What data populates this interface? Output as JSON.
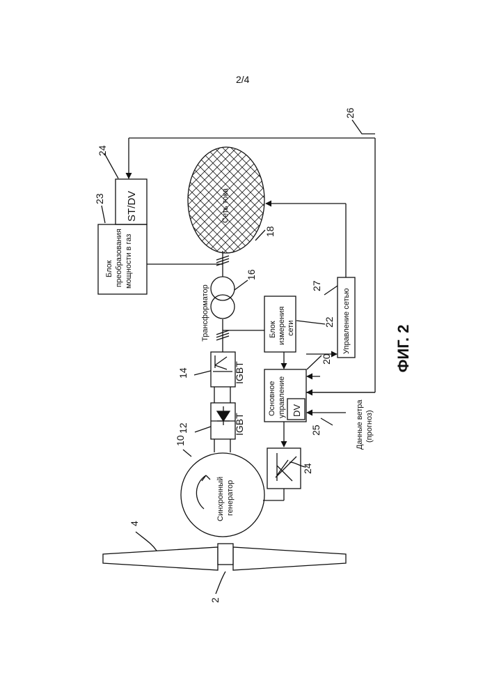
{
  "page": {
    "number": "2/4",
    "figure_label": "ФИГ. 2"
  },
  "labels": {
    "sync_generator_1": "Синхронный",
    "sync_generator_2": "генератор",
    "igbt_rectifier": "IGBT",
    "igbt_inverter": "IGBT",
    "transformer": "Трансформатор",
    "grid": "Сеть тока",
    "grid_measure_1": "Блок",
    "grid_measure_2": "измерения",
    "grid_measure_3": "сети",
    "main_control_1": "Основное",
    "main_control_2": "управление",
    "dv": "DV",
    "grid_control": "Управление сетью",
    "p2g_1": "Блок",
    "p2g_2": "преобразования",
    "p2g_3": "мощности в газ",
    "stdv": "ST/DV",
    "wind_data_1": "Данные ветра",
    "wind_data_2": "(прогноз)"
  },
  "ref_numbers": {
    "n2": "2",
    "n4": "4",
    "n10": "10",
    "n12": "12",
    "n14": "14",
    "n16": "16",
    "n18": "18",
    "n20": "20",
    "n22": "22",
    "n23": "23",
    "n24a": "24",
    "n24b": "24",
    "n25": "25",
    "n26": "26",
    "n27": "27"
  }
}
